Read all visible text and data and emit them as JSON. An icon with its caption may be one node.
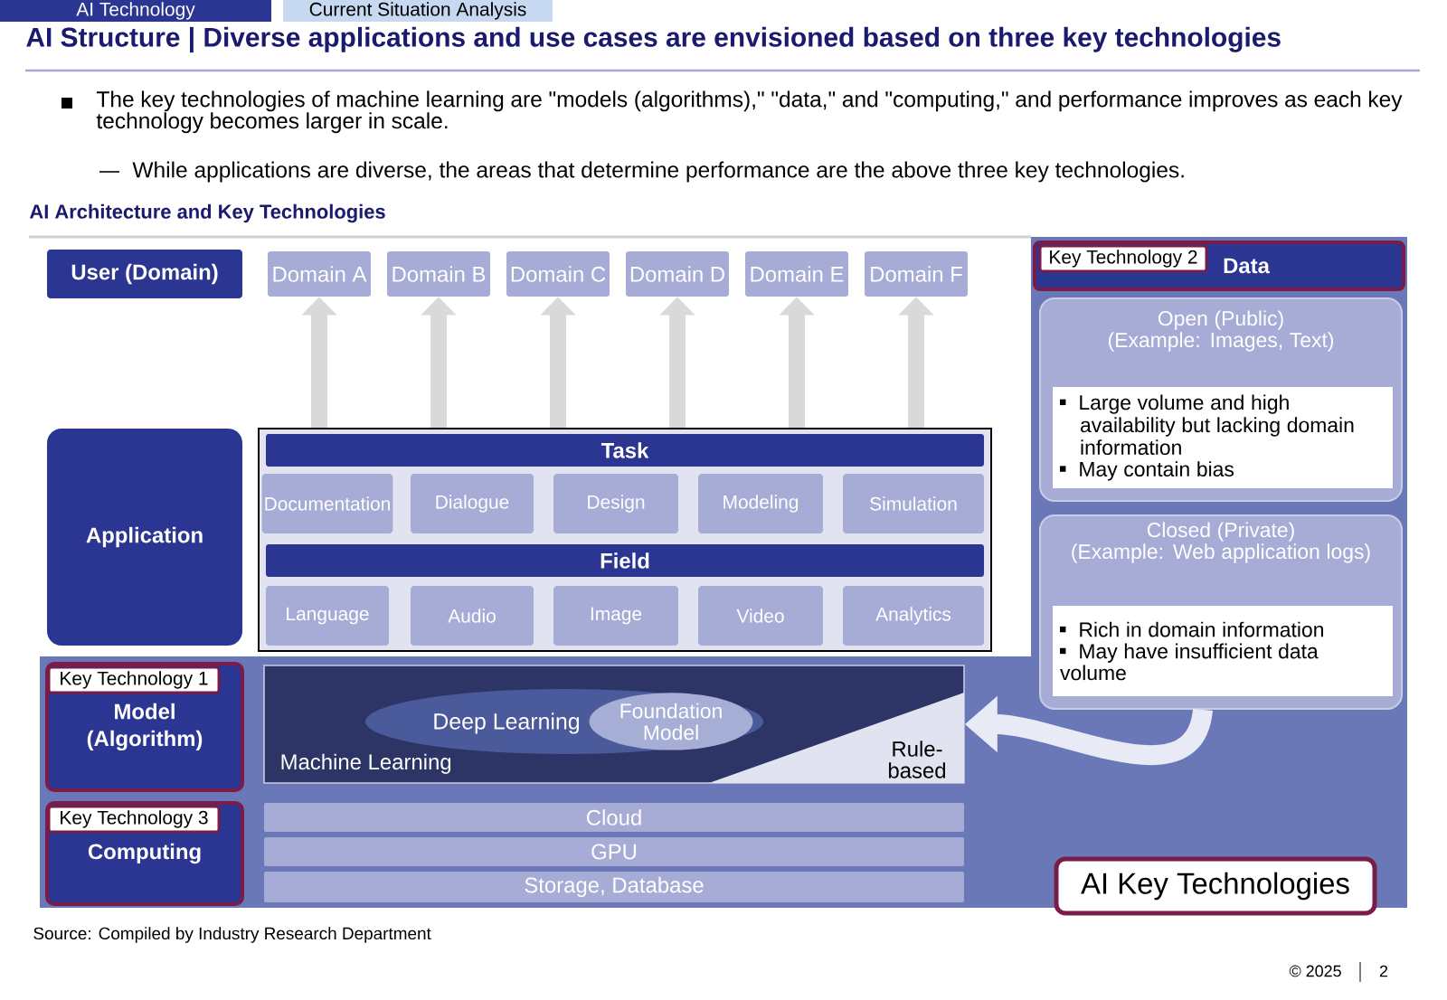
{
  "diagram": {
    "title": "AI Structure | Diverse applications and use cases are envisioned based on three key technologies",
    "nodes": [
      {
        "text": [
          "User (Domain)"
        ]
      },
      {
        "text": [
          "Domain A"
        ]
      },
      {
        "text": [
          "Domain B"
        ]
      },
      {
        "text": [
          "Domain C"
        ]
      },
      {
        "text": [
          "Domain D"
        ]
      },
      {
        "text": [
          "Domain E"
        ]
      },
      {
        "text": [
          "Domain F"
        ]
      },
      {
        "text": [
          "Application"
        ]
      },
      {
        "text": [],
        "shape": "box"
      },
      {
        "text": [
          "Task"
        ],
        "in": 8
      },
      {
        "text": [
          "Documentation"
        ],
        "in": 8
      },
      {
        "text": [
          "Dialogue"
        ],
        "in": 8
      },
      {
        "text": [
          "Design"
        ],
        "in": 8
      },
      {
        "text": [
          "Modeling"
        ],
        "in": 8
      },
      {
        "text": [
          "Simulation"
        ],
        "in": 8
      },
      {
        "text": [
          "Field"
        ],
        "in": 8
      },
      {
        "text": [
          "Language"
        ],
        "in": 8
      },
      {
        "text": [
          "Audio"
        ],
        "in": 8
      },
      {
        "text": [
          "Image"
        ],
        "in": 8
      },
      {
        "text": [
          "Video"
        ],
        "in": 8
      },
      {
        "text": [
          "Analytics"
        ],
        "in": 8
      },
      {
        "text": [
          "Data"
        ]
      },
      {
        "text": [
          "Key Technology 2"
        ],
        "in": 21
      },
      {
        "text": [
          "Open (Public)",
          "(Example: Images, Text)"
        ]
      },
      {
        "text": [
          "Large volume and high availability but lacking domain information",
          "May contain bias"
        ],
        "in": 23
      },
      {
        "text": [
          "Closed (Private)",
          "(Example: Web application logs)"
        ]
      },
      {
        "text": [
          "Rich in domain information",
          "May have insufficient data volume"
        ],
        "in": 25
      },
      {
        "text": [
          "Model (Algorithm)"
        ]
      },
      {
        "text": [
          "Key Technology 1"
        ],
        "in": 27
      },
      {
        "text": [
          "Machine Learning"
        ]
      },
      {
        "text": [
          "Deep Learning"
        ],
        "in": 29
      },
      {
        "text": [
          "Foundation Model"
        ],
        "in": 30
      },
      {
        "text": [
          "Rule-based"
        ],
        "in": 29
      },
      {
        "text": [
          "Computing"
        ]
      },
      {
        "text": [
          "Key Technology 3"
        ],
        "in": 33
      },
      {
        "text": [
          "Cloud"
        ]
      },
      {
        "text": [
          "GPU"
        ]
      },
      {
        "text": [
          "Storage, Database"
        ]
      },
      {
        "text": [
          "AI Key Technologies"
        ]
      }
    ],
    "edges": [
      {
        "from": 8,
        "to": 1,
        "arrow": "to"
      },
      {
        "from": 8,
        "to": 2,
        "arrow": "to"
      },
      {
        "from": 8,
        "to": 3,
        "arrow": "to"
      },
      {
        "from": 8,
        "to": 4,
        "arrow": "to"
      },
      {
        "from": 8,
        "to": 5,
        "arrow": "to"
      },
      {
        "from": 8,
        "to": 6,
        "arrow": "to"
      },
      {
        "from": 25,
        "to": 29,
        "arrow": "to",
        "color": "#e8eaf5"
      }
    ],
    "labels": [
      "AI Technology",
      "Current Situation Analysis",
      "The key technologies of machine learning are \"models (algorithms),\" \"data,\" and \"computing,\" and performance improves as each key technology becomes larger in scale.",
      "While applications are diverse, the areas that determine performance are the above three key technologies.",
      "AI Architecture and Key Technologies",
      "Source: Compiled by Industry Research Department",
      "© 2025",
      "2"
    ]
  }
}
